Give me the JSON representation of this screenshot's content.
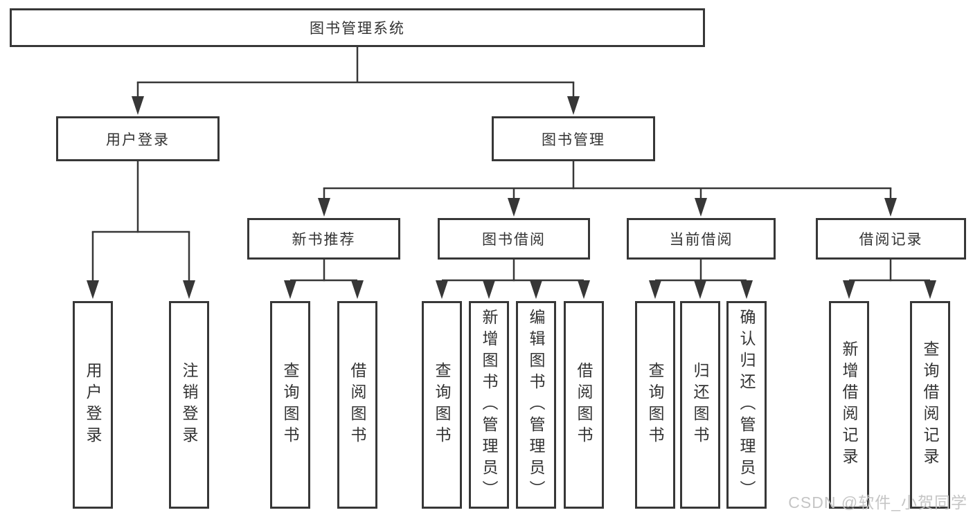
{
  "diagram": {
    "title": "图书管理系统",
    "root": {
      "label": "图书管理系统"
    },
    "branches": [
      {
        "label": "用户登录",
        "children": [
          {
            "label": "用户登录"
          },
          {
            "label": "注销登录"
          }
        ]
      },
      {
        "label": "图书管理",
        "groups": [
          {
            "label": "新书推荐",
            "children": [
              {
                "label": "查询图书"
              },
              {
                "label": "借阅图书"
              }
            ]
          },
          {
            "label": "图书借阅",
            "children": [
              {
                "label": "查询图书"
              },
              {
                "label": "新增图书（管理员）"
              },
              {
                "label": "编辑图书（管理员）"
              },
              {
                "label": "借阅图书"
              }
            ]
          },
          {
            "label": "当前借阅",
            "children": [
              {
                "label": "查询图书"
              },
              {
                "label": "归还图书"
              },
              {
                "label": "确认归还（管理员）"
              }
            ]
          },
          {
            "label": "借阅记录",
            "children": [
              {
                "label": "新增借阅记录"
              },
              {
                "label": "查询借阅记录"
              }
            ]
          }
        ]
      }
    ]
  },
  "watermark": {
    "text": "CSDN @软件_小贺同学"
  },
  "colors": {
    "line": "#373737",
    "text": "#333333",
    "background": "#ffffff",
    "watermark": "#c2c2c2"
  }
}
